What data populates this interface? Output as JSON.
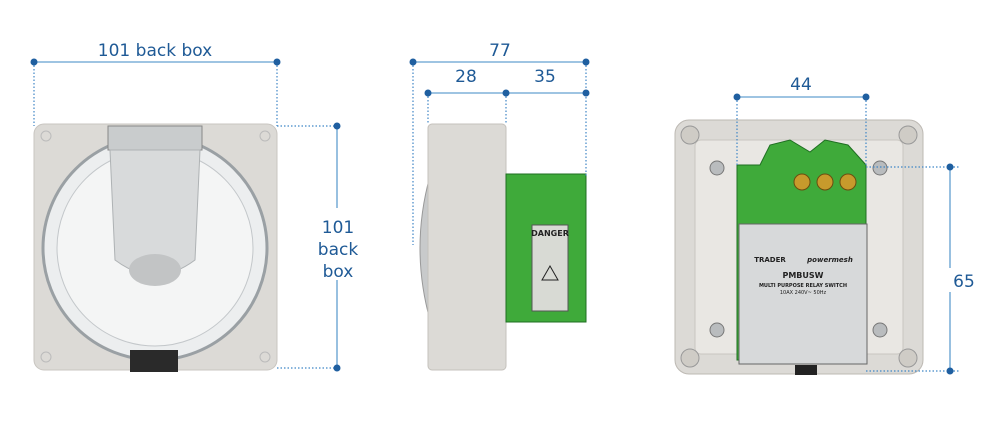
{
  "colors": {
    "dimension_text": "#1f5a96",
    "dimension_line": "#7fb0d8",
    "dimension_dot": "#1f5fa0",
    "module_green": "#3faa3a",
    "housing_grey": "#dcdad6"
  },
  "front_view": {
    "width_label": "101 back box",
    "height_label": [
      "101",
      "back",
      "box"
    ]
  },
  "side_view": {
    "total_depth_label": "77",
    "front_depth_label": "28",
    "rear_depth_label": "35",
    "warning_label": "DANGER"
  },
  "rear_view": {
    "module_width_label": "44",
    "module_height_label": "65",
    "module_label": {
      "brand_left": "TRADER",
      "brand_right": "powermesh",
      "model": "PMBUSW",
      "description": "MULTI PURPOSE RELAY SWITCH",
      "rating": "10AX 240V~ 50Hz"
    }
  }
}
